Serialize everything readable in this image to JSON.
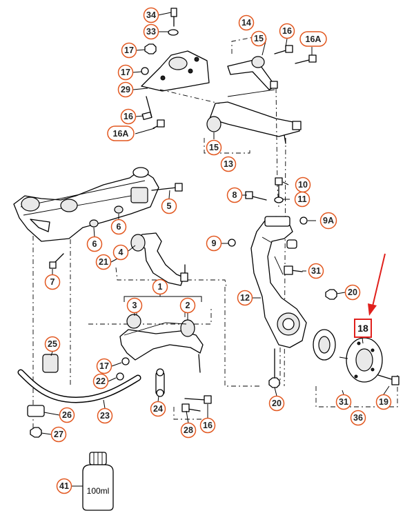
{
  "callouts": [
    {
      "id": "c34",
      "label": "34"
    },
    {
      "id": "c33",
      "label": "33"
    },
    {
      "id": "c17a",
      "label": "17"
    },
    {
      "id": "c17b",
      "label": "17"
    },
    {
      "id": "c29",
      "label": "29"
    },
    {
      "id": "c16a",
      "label": "16"
    },
    {
      "id": "c16Aa",
      "label": "16A"
    },
    {
      "id": "c14",
      "label": "14"
    },
    {
      "id": "c15a",
      "label": "15"
    },
    {
      "id": "c16b",
      "label": "16"
    },
    {
      "id": "c16Ab",
      "label": "16A"
    },
    {
      "id": "c15b",
      "label": "15"
    },
    {
      "id": "c13",
      "label": "13"
    },
    {
      "id": "c5",
      "label": "5"
    },
    {
      "id": "c6a",
      "label": "6"
    },
    {
      "id": "c6b",
      "label": "6"
    },
    {
      "id": "c4",
      "label": "4"
    },
    {
      "id": "c21",
      "label": "21"
    },
    {
      "id": "c7",
      "label": "7"
    },
    {
      "id": "c8",
      "label": "8"
    },
    {
      "id": "c10",
      "label": "10"
    },
    {
      "id": "c11",
      "label": "11"
    },
    {
      "id": "c9A",
      "label": "9A"
    },
    {
      "id": "c9",
      "label": "9"
    },
    {
      "id": "c31a",
      "label": "31"
    },
    {
      "id": "c12",
      "label": "12"
    },
    {
      "id": "c20a",
      "label": "20"
    },
    {
      "id": "c1",
      "label": "1"
    },
    {
      "id": "c3",
      "label": "3"
    },
    {
      "id": "c2",
      "label": "2"
    },
    {
      "id": "c25",
      "label": "25"
    },
    {
      "id": "c17c",
      "label": "17"
    },
    {
      "id": "c22",
      "label": "22"
    },
    {
      "id": "c23",
      "label": "23"
    },
    {
      "id": "c24",
      "label": "24"
    },
    {
      "id": "c26",
      "label": "26"
    },
    {
      "id": "c27",
      "label": "27"
    },
    {
      "id": "c28",
      "label": "28"
    },
    {
      "id": "c16c",
      "label": "16"
    },
    {
      "id": "c20b",
      "label": "20"
    },
    {
      "id": "c31b",
      "label": "31"
    },
    {
      "id": "c19",
      "label": "19"
    },
    {
      "id": "c36",
      "label": "36"
    },
    {
      "id": "c41",
      "label": "41"
    }
  ],
  "highlight": {
    "label": "18",
    "color": "#e0201c"
  },
  "bottle_label": "100ml",
  "colors": {
    "callout_ring": "#e2571f",
    "arrow": "#e0201c"
  }
}
